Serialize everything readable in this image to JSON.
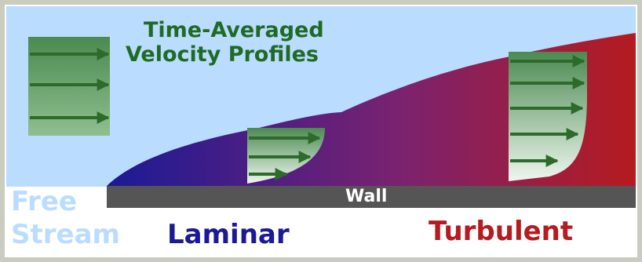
{
  "title": {
    "line1": "Time-Averaged",
    "line2": "Velocity Profiles"
  },
  "labels": {
    "free_stream_line1": "Free",
    "free_stream_line2": "Stream",
    "laminar": "Laminar",
    "turbulent": "Turbulent",
    "wall": "Wall"
  },
  "colors": {
    "sky": "#b9dcff",
    "laminar": "#1b1a96",
    "turbulent": "#b51b1f",
    "wall": "#555555",
    "arrow": "#2e6b2a",
    "profile_box": "#4c8a52"
  }
}
